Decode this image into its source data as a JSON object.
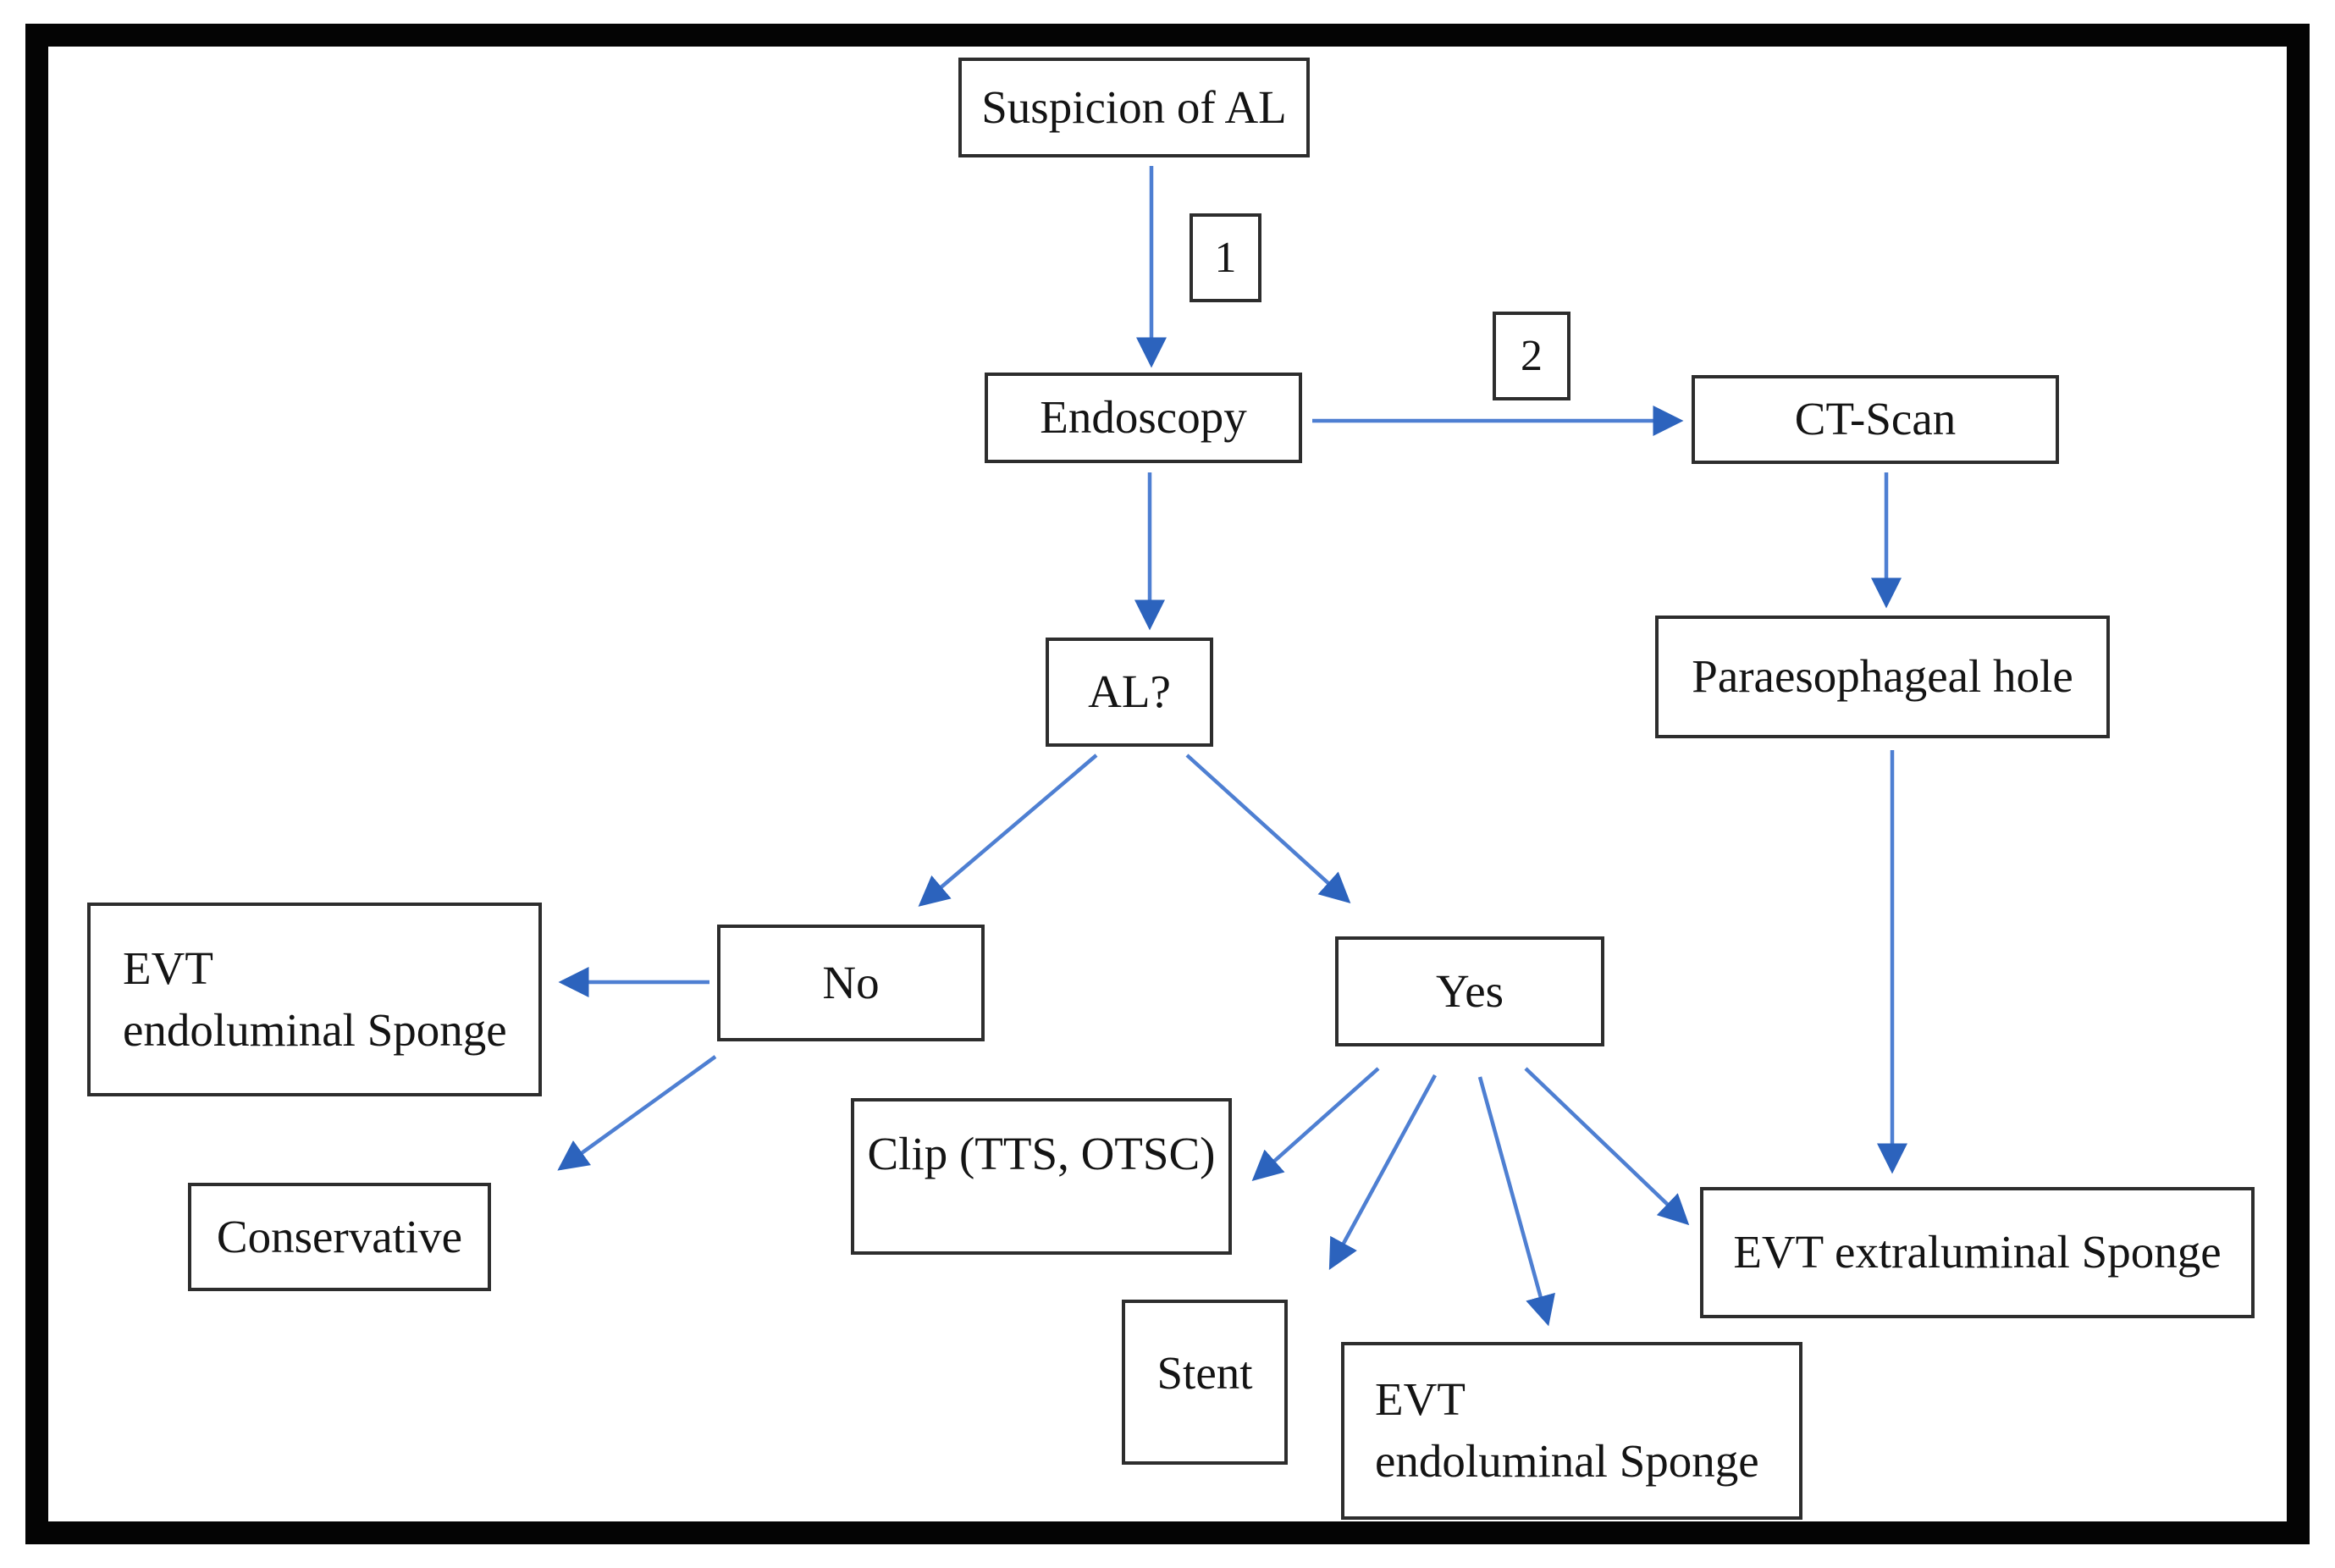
{
  "diagram": {
    "description": "Treatment algorithm flowchart for suspicion of anastomotic leak (AL)",
    "colors": {
      "background": "#ffffff",
      "frame": "#040404",
      "box_border": "#2d2d2d",
      "box_fill": "#ffffff",
      "text": "#141414",
      "arrow_line": "#4e7fd2",
      "arrow_head": "#2c63bd"
    },
    "nodes": {
      "suspicion": {
        "label": "Suspicion of AL"
      },
      "step1": {
        "label": "1"
      },
      "endoscopy": {
        "label": "Endoscopy"
      },
      "step2": {
        "label": "2"
      },
      "ct_scan": {
        "label": "CT-Scan"
      },
      "al_question": {
        "label": "AL?"
      },
      "paraesophageal_hole": {
        "label": "Paraesophageal hole"
      },
      "no": {
        "label": "No"
      },
      "yes": {
        "label": "Yes"
      },
      "evt_endoluminal_left": {
        "line1": "EVT",
        "line2": "endoluminal Sponge"
      },
      "conservative": {
        "label": "Conservative"
      },
      "clip": {
        "label": "Clip (TTS, OTSC)"
      },
      "stent": {
        "label": "Stent"
      },
      "evt_endoluminal_bottom": {
        "line1": "EVT",
        "line2": "endoluminal Sponge"
      },
      "evt_extraluminal": {
        "label": "EVT extraluminal Sponge"
      }
    },
    "edges": [
      {
        "from": "Suspicion of AL",
        "to": "Endoscopy",
        "label": "1"
      },
      {
        "from": "Endoscopy",
        "to": "CT-Scan",
        "label": "2"
      },
      {
        "from": "Endoscopy",
        "to": "AL?",
        "label": ""
      },
      {
        "from": "CT-Scan",
        "to": "Paraesophageal hole",
        "label": ""
      },
      {
        "from": "AL?",
        "to": "No",
        "label": ""
      },
      {
        "from": "AL?",
        "to": "Yes",
        "label": ""
      },
      {
        "from": "No",
        "to": "EVT endoluminal Sponge",
        "label": ""
      },
      {
        "from": "No",
        "to": "Conservative",
        "label": ""
      },
      {
        "from": "Yes",
        "to": "Clip (TTS, OTSC)",
        "label": ""
      },
      {
        "from": "Yes",
        "to": "Stent",
        "label": ""
      },
      {
        "from": "Yes",
        "to": "EVT endoluminal Sponge",
        "label": ""
      },
      {
        "from": "Yes",
        "to": "EVT extraluminal Sponge",
        "label": ""
      },
      {
        "from": "Paraesophageal hole",
        "to": "EVT extraluminal Sponge",
        "label": ""
      }
    ]
  }
}
